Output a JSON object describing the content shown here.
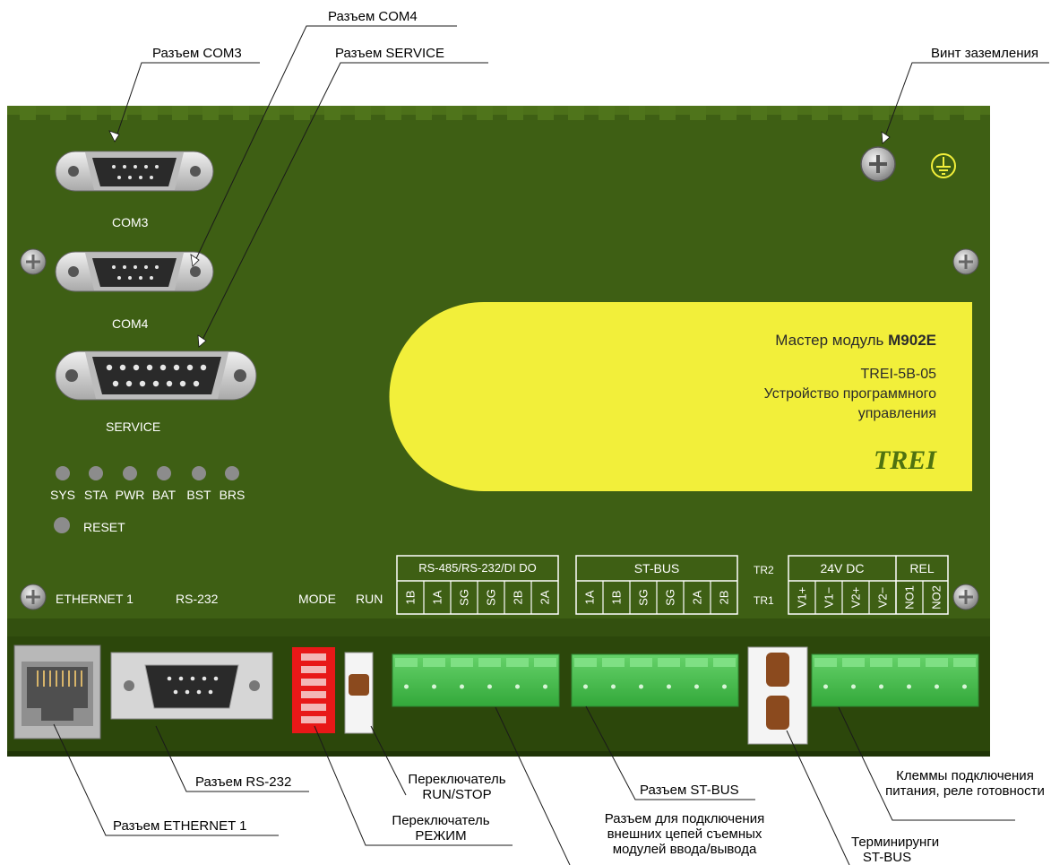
{
  "callouts": {
    "com3": "Разъем COM3",
    "com4": "Разъем COM4",
    "service": "Разъем SERVICE",
    "ground_screw": "Винт заземления",
    "rs232": "Разъем RS-232",
    "ethernet": "Разъем ETHERNET 1",
    "run_stop_switch": "Переключатель RUN/STOP",
    "mode_switch": "Переключатель РЕЖИМ",
    "stbus": "Разъем ST-BUS",
    "io_connector": "Разъем для подключения внешних цепей съемных модулей ввода/вывода",
    "power_terminals": "Клеммы подключения питания, реле готовности",
    "terminators": "Терминирунги ST-BUS"
  },
  "panel": {
    "com3": "COM3",
    "com4": "COM4",
    "service": "SERVICE",
    "leds": [
      "SYS",
      "STA",
      "PWR",
      "BAT",
      "BST",
      "BRS"
    ],
    "reset": "RESET",
    "ethernet": "ETHERNET 1",
    "rs232": "RS-232",
    "mode": "MODE",
    "run": "RUN",
    "group_io": "RS-485/RS-232/DI DO",
    "group_stbus": "ST-BUS",
    "tr2": "TR2",
    "tr1": "TR1",
    "group_power": "24V DC",
    "group_rel": "REL",
    "io_pins": [
      "1B",
      "1A",
      "SG",
      "SG",
      "2B",
      "2A"
    ],
    "stbus_pins": [
      "1A",
      "1B",
      "SG",
      "SG",
      "2A",
      "2B"
    ],
    "power_pins": [
      "V1+",
      "V1−",
      "V2+",
      "V2−"
    ],
    "rel_pins": [
      "NO1",
      "NO2"
    ]
  },
  "label_plate": {
    "title_prefix": "Мастер модуль",
    "title_model": "M902E",
    "line2": "TREI-5B-05",
    "line3": "Устройство программного",
    "line4": "управления",
    "brand": "TREI"
  },
  "colors": {
    "pcb": "#3e5f14",
    "pcb_dark": "#2f4a0c",
    "label_yellow": "#f2ef3a",
    "terminal_green": "#4cc552",
    "dip_red": "#e81818",
    "brand": "#4f7210"
  },
  "icons": [
    "ground-symbol-icon",
    "screw-icon",
    "led-icon",
    "db9-connector-icon",
    "db15-connector-icon",
    "rj45-jack-icon"
  ]
}
